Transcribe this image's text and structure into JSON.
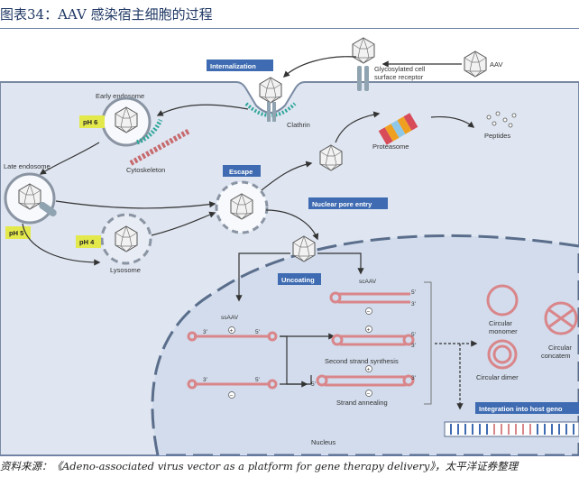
{
  "figure_title": "图表34：AAV 感染宿主细胞的过程",
  "source": "资料来源：《Adeno-associated virus vector as a platform for gene therapy delivery》，太平洋证券整理",
  "labels": {
    "aav": "AAV",
    "receptor": "Glycosylated cell surface receptor",
    "receptor_l1": "Glycosylated cell",
    "receptor_l2": "surface receptor",
    "internalization": "Internalization",
    "clathrin": "Clathrin",
    "early_endosome": "Early endosome",
    "ph6": "pH 6",
    "cytoskeleton": "Cytoskeleton",
    "late_endosome": "Late endosome",
    "ph5": "pH 5",
    "ph4": "pH 4",
    "lysosome": "Lysosome",
    "escape": "Escape",
    "proteasome": "Proteasome",
    "peptides": "Peptides",
    "nuclear_pore_entry": "Nuclear pore entry",
    "uncoating": "Uncoating",
    "scaav": "scAAV",
    "ssaav": "ssAAV",
    "second_strand_synthesis": "Second strand synthesis",
    "strand_annealing": "Strand annealing",
    "circular_monomer": "Circular monomer",
    "circular_monomer_l1": "Circular",
    "circular_monomer_l2": "monomer",
    "circular_dimer": "Circular dimer",
    "circular_concatemer": "Circular concatem",
    "circular_concatemer_l1": "Circular",
    "circular_concatemer_l2": "concatem",
    "integration": "Integration into host geno",
    "nucleus": "Nucleus",
    "p3": "3'",
    "p5": "5'",
    "plus": "+",
    "minus": "−"
  },
  "colors": {
    "label_box": "#3e6bb1",
    "ph_box": "#e3e84b",
    "cell_fill": "#dfe6f1",
    "nucleus_fill": "#d2dcec",
    "dna_red": "#d9868a",
    "receptor": "#8fa3b0",
    "clathrin": "#2fa59a"
  }
}
